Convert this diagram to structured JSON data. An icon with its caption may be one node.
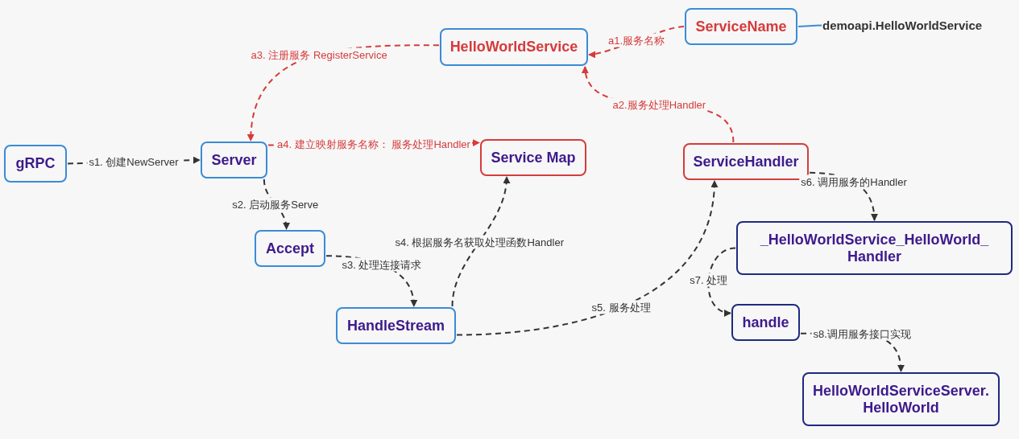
{
  "diagram": {
    "nodes": [
      {
        "text": [
          "gRPC"
        ]
      },
      {
        "text": [
          "HelloWorldService"
        ]
      },
      {
        "text": [
          "ServiceName"
        ]
      },
      {
        "text": [
          "demoapi.HelloWorldService"
        ]
      },
      {
        "text": [
          "Server"
        ]
      },
      {
        "text": [
          "Service Map"
        ]
      },
      {
        "text": [
          "ServiceHandler"
        ]
      },
      {
        "text": [
          "Accept"
        ]
      },
      {
        "text": [
          "_HelloWorldService_HelloWorld_ Handler"
        ]
      },
      {
        "text": [
          "handle"
        ]
      },
      {
        "text": [
          "HandleStream"
        ]
      },
      {
        "text": [
          "HelloWorldServiceServer. HelloWorld"
        ]
      }
    ],
    "edges": [
      {
        "from": 0,
        "to": 4,
        "arrow": "to",
        "label": "s1. 创建NewServer",
        "style": "dashed"
      },
      {
        "from": 2,
        "to": 1,
        "arrow": "to",
        "label": "a1.服务名称",
        "style": "dashed",
        "color": "#d63b3b"
      },
      {
        "from": 2,
        "to": 3,
        "arrow": "none",
        "color": "#3b8bd6"
      },
      {
        "from": 6,
        "to": 1,
        "arrow": "to",
        "label": "a2.服务处理Handler",
        "style": "dashed",
        "color": "#d63b3b"
      },
      {
        "from": 1,
        "to": 4,
        "arrow": "to",
        "label": "a3. 注册服务 RegisterService",
        "style": "dashed",
        "color": "#d63b3b"
      },
      {
        "from": 4,
        "to": 5,
        "arrow": "to",
        "label": "a4. 建立映射服务名称： 服务处理Handler",
        "style": "dashed",
        "color": "#d63b3b"
      },
      {
        "from": 4,
        "to": 7,
        "arrow": "to",
        "label": "s2. 启动服务Serve",
        "style": "dashed"
      },
      {
        "from": 7,
        "to": 10,
        "arrow": "to",
        "label": "s3. 处理连接请求",
        "style": "dashed"
      },
      {
        "from": 10,
        "to": 5,
        "arrow": "to",
        "label": "s4. 根据服务名获取处理函数Handler",
        "style": "dashed"
      },
      {
        "from": 10,
        "to": 6,
        "arrow": "to",
        "label": "s5. 服务处理",
        "style": "dashed"
      },
      {
        "from": 6,
        "to": 8,
        "arrow": "to",
        "label": "s6. 调用服务的Handler",
        "style": "dashed"
      },
      {
        "from": 8,
        "to": 9,
        "arrow": "to",
        "label": "s7. 处理",
        "style": "dashed"
      },
      {
        "from": 9,
        "to": 11,
        "arrow": "to",
        "label": "s8.调用服务接口实现",
        "style": "dashed"
      }
    ]
  }
}
